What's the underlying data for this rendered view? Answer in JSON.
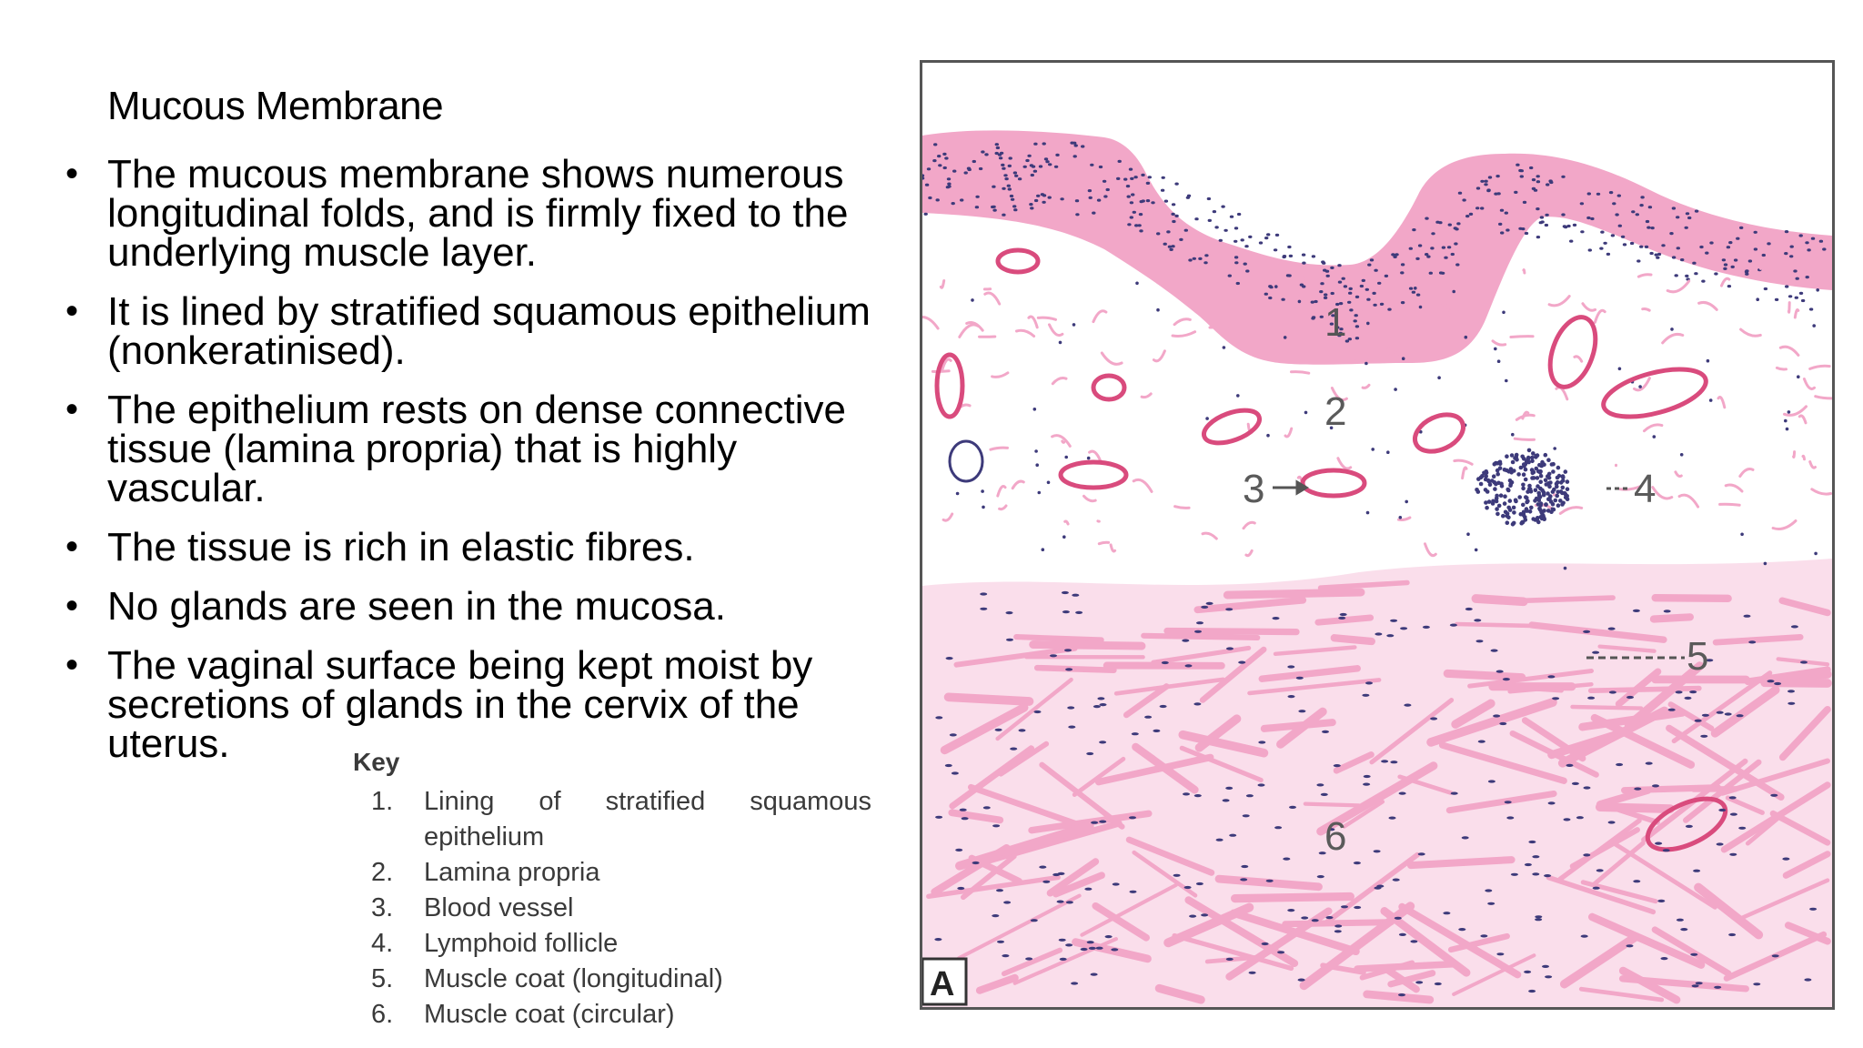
{
  "slide": {
    "title": "Mucous Membrane",
    "bullets": [
      "The mucous membrane shows numerous longitudinal folds, and is firmly fixed to the underlying muscle layer.",
      "It is lined by stratified squamous epithelium (nonkeratinised).",
      "The epithelium rests on dense connective tissue (lamina propria) that is highly vascular.",
      "The tissue is rich in elastic fibres.",
      "No glands are seen in the mucosa.",
      "The vaginal surface being kept moist by secretions of glands in the cervix of the uterus."
    ]
  },
  "key": {
    "title": "Key",
    "items": [
      {
        "num": "1.",
        "text": "Lining of stratified squamous epithelium"
      },
      {
        "num": "2.",
        "text": "Lamina propria"
      },
      {
        "num": "3.",
        "text": "Blood vessel"
      },
      {
        "num": "4.",
        "text": "Lymphoid follicle"
      },
      {
        "num": "5.",
        "text": "Muscle coat (longitudinal)"
      },
      {
        "num": "6.",
        "text": "Muscle coat (circular)"
      }
    ]
  },
  "figure": {
    "panel_label": "A",
    "labels": [
      "1",
      "2",
      "3",
      "4",
      "5",
      "6"
    ],
    "colors": {
      "tissue_pink": "#f2a7c8",
      "nuclei": "#3d3a7a",
      "vessel_outline": "#d94b7d"
    }
  }
}
